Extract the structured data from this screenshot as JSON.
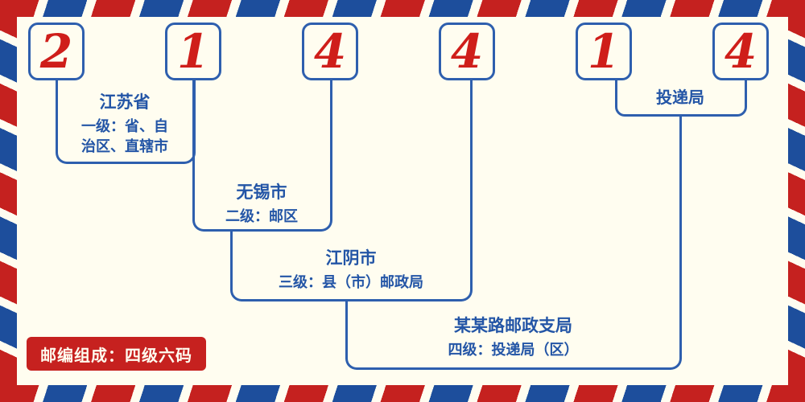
{
  "postal_code": {
    "digits": [
      "2",
      "1",
      "4",
      "4",
      "1",
      "4"
    ]
  },
  "labels": {
    "level1": {
      "name": "江苏省",
      "desc": "一级：省、自\n治区、直辖市"
    },
    "level2": {
      "name": "无锡市",
      "desc": "二级：邮区"
    },
    "level3": {
      "name": "江阴市",
      "desc": "三级：县（市）邮政局"
    },
    "level4": {
      "name": "某某路邮政支局",
      "desc": "四级：投递局（区）"
    },
    "delivery": {
      "name": "投递局"
    }
  },
  "badge": {
    "text": "邮编组成：四级六码"
  },
  "colors": {
    "red": "#c5211f",
    "blue": "#2e5fae",
    "text_blue": "#2355a6",
    "background": "#fffdf0"
  }
}
